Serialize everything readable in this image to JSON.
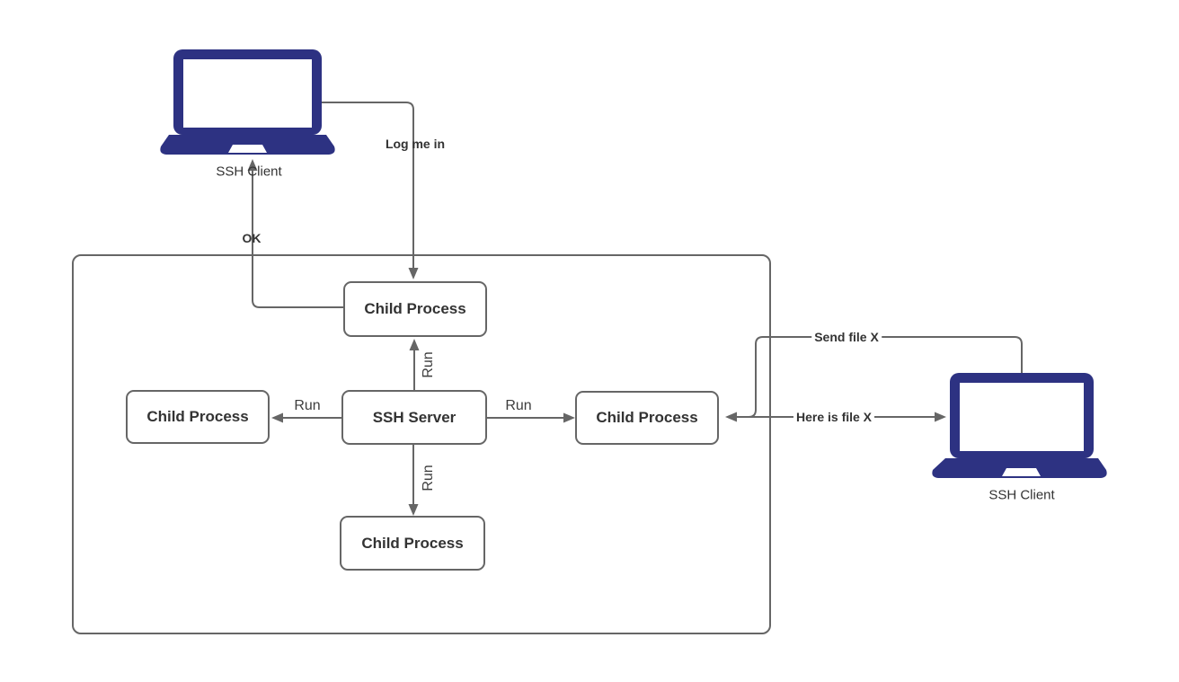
{
  "colors": {
    "laptop": "#2d3282",
    "line": "#666666",
    "box_border": "#666666",
    "label_text": "#333333"
  },
  "nodes": {
    "ssh_server": {
      "label": "SSH Server"
    },
    "child_top": {
      "label": "Child Process"
    },
    "child_left": {
      "label": "Child Process"
    },
    "child_right": {
      "label": "Child Process"
    },
    "child_bottom": {
      "label": "Child Process"
    },
    "client_top_left": {
      "label": "SSH Client"
    },
    "client_right": {
      "label": "SSH Client"
    }
  },
  "edges": {
    "log_me_in": {
      "label": "Log me in"
    },
    "ok": {
      "label": "OK"
    },
    "run_top": {
      "label": "Run"
    },
    "run_left": {
      "label": "Run"
    },
    "run_right": {
      "label": "Run"
    },
    "run_bottom": {
      "label": "Run"
    },
    "send_file": {
      "label": "Send file X"
    },
    "here_is_file": {
      "label": "Here is file X"
    }
  }
}
